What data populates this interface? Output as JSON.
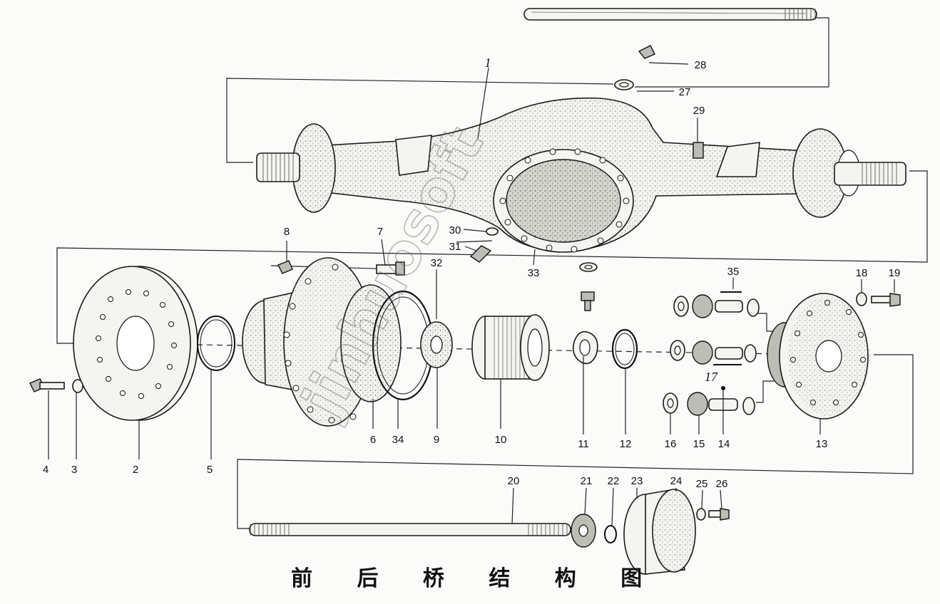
{
  "diagram": {
    "title": "前 后 桥 结 构 图",
    "watermark": "jinhuosoft",
    "parts": [
      {
        "id": "1",
        "label": "1"
      },
      {
        "id": "2",
        "label": "2"
      },
      {
        "id": "3",
        "label": "3"
      },
      {
        "id": "4",
        "label": "4"
      },
      {
        "id": "5",
        "label": "5"
      },
      {
        "id": "6",
        "label": "6"
      },
      {
        "id": "7",
        "label": "7"
      },
      {
        "id": "8",
        "label": "8"
      },
      {
        "id": "9",
        "label": "9"
      },
      {
        "id": "10",
        "label": "10"
      },
      {
        "id": "11",
        "label": "11"
      },
      {
        "id": "12",
        "label": "12"
      },
      {
        "id": "13",
        "label": "13"
      },
      {
        "id": "14",
        "label": "14"
      },
      {
        "id": "15",
        "label": "15"
      },
      {
        "id": "16",
        "label": "16"
      },
      {
        "id": "17",
        "label": "17"
      },
      {
        "id": "18",
        "label": "18"
      },
      {
        "id": "19",
        "label": "19"
      },
      {
        "id": "20",
        "label": "20"
      },
      {
        "id": "21",
        "label": "21"
      },
      {
        "id": "22",
        "label": "22"
      },
      {
        "id": "23",
        "label": "23"
      },
      {
        "id": "24",
        "label": "24"
      },
      {
        "id": "25",
        "label": "25"
      },
      {
        "id": "26",
        "label": "26"
      },
      {
        "id": "27",
        "label": "27"
      },
      {
        "id": "28",
        "label": "28"
      },
      {
        "id": "29",
        "label": "29"
      },
      {
        "id": "30",
        "label": "30"
      },
      {
        "id": "31",
        "label": "31"
      },
      {
        "id": "32",
        "label": "32"
      },
      {
        "id": "33",
        "label": "33"
      },
      {
        "id": "34",
        "label": "34"
      },
      {
        "id": "35",
        "label": "35"
      }
    ]
  }
}
